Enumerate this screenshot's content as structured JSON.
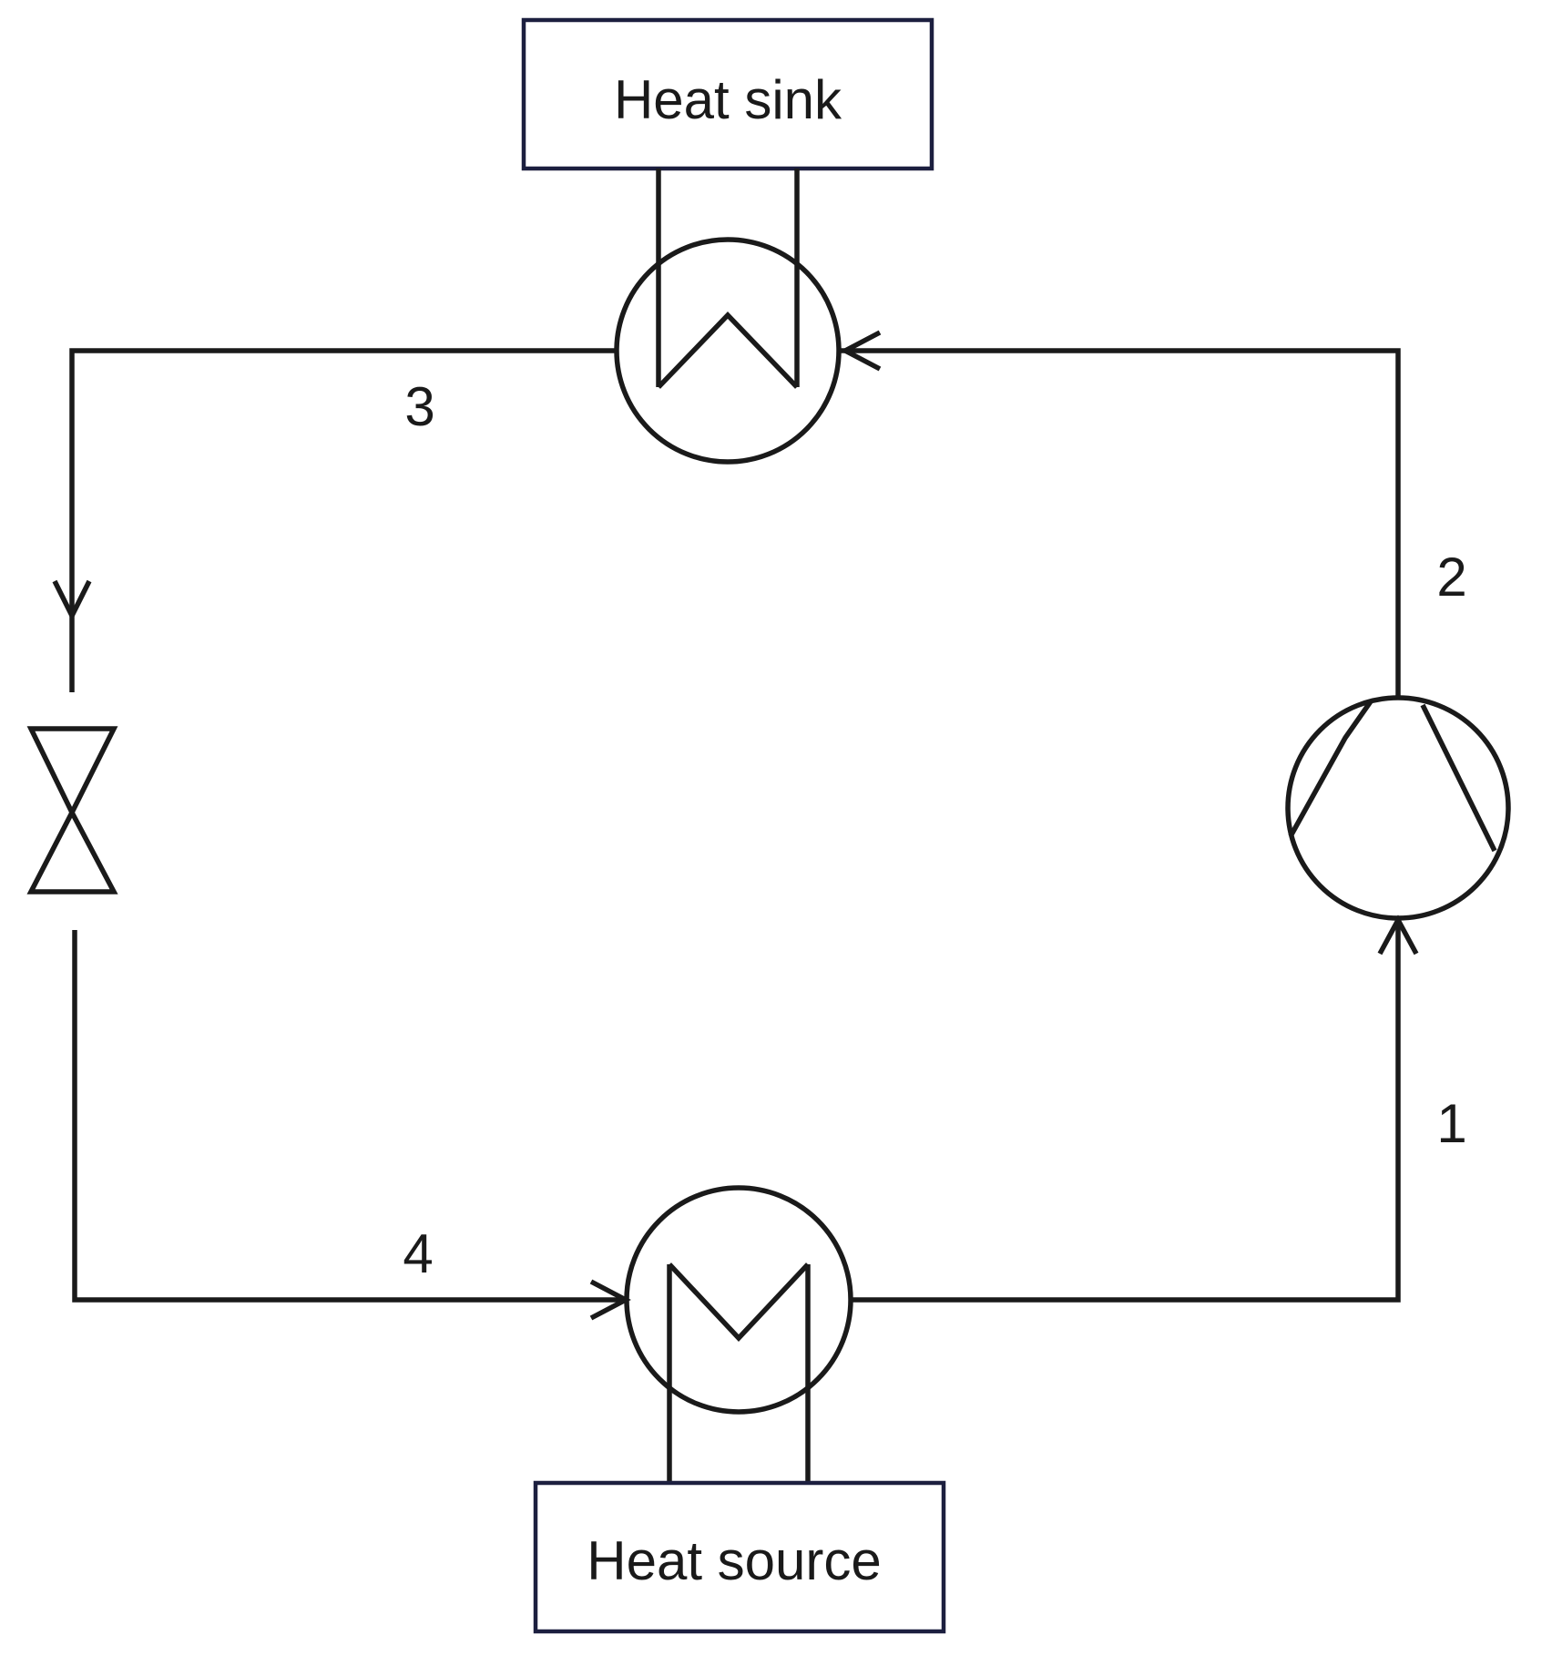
{
  "diagram": {
    "heat_sink_label": "Heat sink",
    "heat_source_label": "Heat source",
    "state_points": [
      "1",
      "2",
      "3",
      "4"
    ]
  },
  "colors": {
    "line": "#1a1a1a",
    "box_border": "#1c1f3f",
    "background": "#ffffff"
  }
}
